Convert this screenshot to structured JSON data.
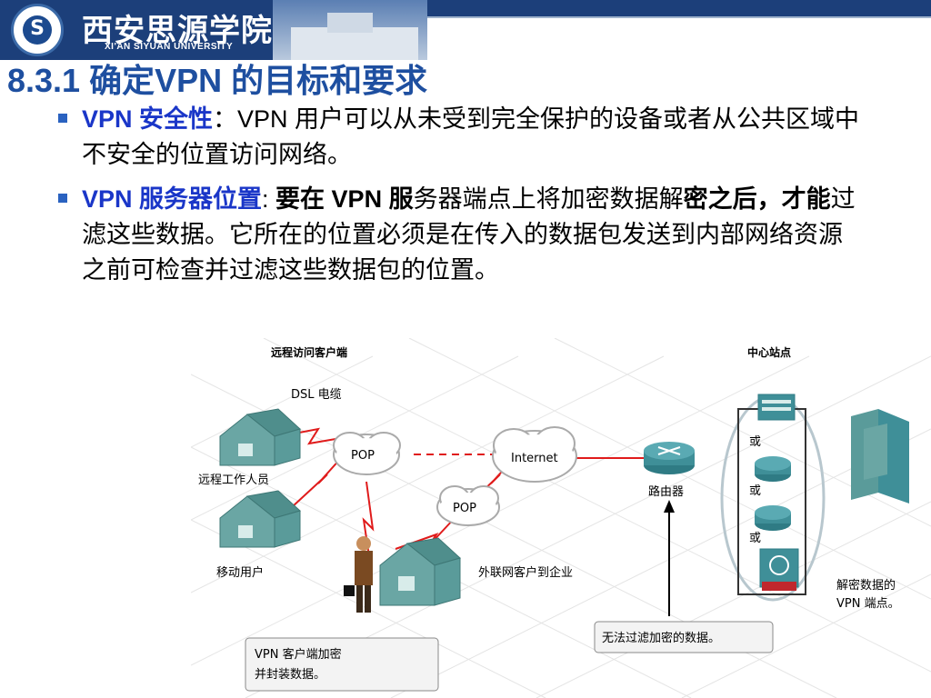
{
  "header": {
    "school_name_cn": "西安思源学院",
    "school_name_en": "XI'AN SIYUAN UNIVERSITY"
  },
  "title": "8.3.1 确定VPN  的目标和要求",
  "bullets": [
    {
      "keyword": "VPN 安全性",
      "separator": "：",
      "text": "VPN 用户可以从未受到完全保护的设备或者从公共区域中不安全的位置访问网络。"
    },
    {
      "keyword": "VPN 服务器位置",
      "separator": ": ",
      "bold_text": "要在 VPN 服",
      "text1": "务器端点上将加密数据解",
      "bold_text2": "密之后，才能",
      "text2": "过滤这些数据。它所在的位置必须是在传入的数据包发送到内部网络资源之前可检查并过滤这些数据包的位置。"
    }
  ],
  "diagram": {
    "labels": {
      "remote_access_client": "远程访问客户端",
      "central_site": "中心站点",
      "dsl_cable": "DSL 电缆",
      "pop_top": "POP",
      "internet": "Internet",
      "pop_bottom": "POP",
      "router": "路由器",
      "teleworker": "远程工作人员",
      "mobile_user": "移动用户",
      "extranet": "外联网客户到企业",
      "or1": "或",
      "or2": "或",
      "or3": "或",
      "decrypt_endpoint_line1": "解密数据的",
      "decrypt_endpoint_line2": "VPN 端点。",
      "cannot_filter": "无法过滤加密的数据。",
      "vpn_client_line1": "VPN 客户端加密",
      "vpn_client_line2": "并封装数据。"
    },
    "colors": {
      "link_red": "#e01b1b",
      "house_teal": "#5a9b9a",
      "cloud_fill": "#ffffff",
      "device_teal": "#2f7b84"
    }
  }
}
